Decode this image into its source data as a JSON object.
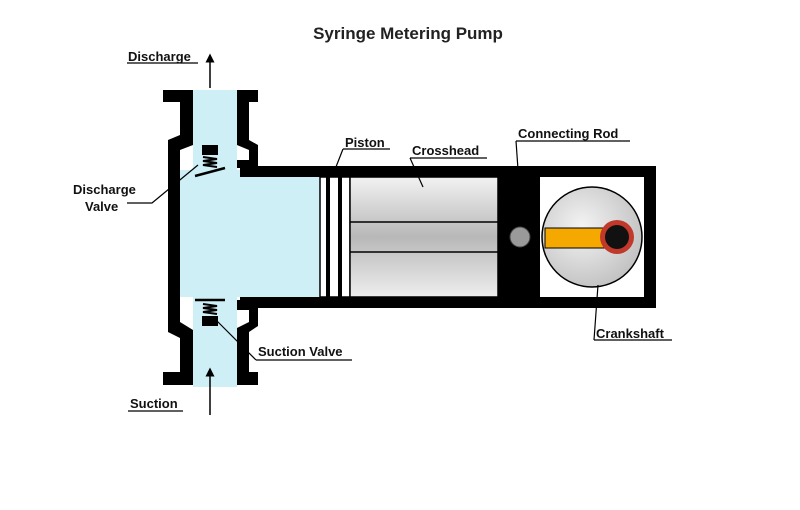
{
  "title": "Syringe Metering Pump",
  "labels": {
    "discharge": "Discharge",
    "discharge_valve_line1": "Discharge",
    "discharge_valve_line2": "Valve",
    "suction": "Suction",
    "suction_valve": "Suction Valve",
    "piston": "Piston",
    "crosshead": "Crosshead",
    "connecting_rod": "Connecting Rod",
    "crankshaft": "Crankshaft"
  },
  "colors": {
    "outline": "#000000",
    "fluid": "#cdeff5",
    "crosshead": "#cfcfcf",
    "crankshaft": "#d3d3d3",
    "connecting_rod": "#f5a800",
    "crank_pin": "#c0392b"
  }
}
